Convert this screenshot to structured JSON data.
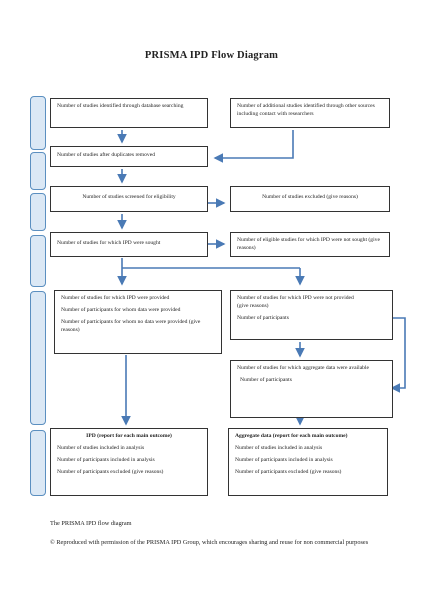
{
  "title": "PRISMA IPD Flow Diagram",
  "boxes": {
    "identified_db": "Number of studies identified through database searching",
    "identified_other": "Number of additional studies identified through other sources including contact with researchers",
    "after_duplicates": "Number of studies after duplicates removed",
    "screened": "Number of studies screened for eligibility",
    "excluded": "Number of studies excluded (give reasons)",
    "ipd_sought": "Number of studies for which IPD were sought",
    "eligible_not_sought": "Number of eligible studies for which IPD were not sought (give reasons)",
    "ipd_provided": {
      "studies": "Number of studies for which IPD were provided",
      "participants": "Number of participants for whom data were provided",
      "participants_no_data": "Number of participants for whom no data were provided (give reasons)"
    },
    "ipd_not_provided": {
      "studies": "Number of studies for which IPD were not provided",
      "reasons": "(give reasons)",
      "participants": "Number of participants"
    },
    "aggregate_available": {
      "studies": "Number of studies for which aggregate data were available",
      "participants": "Number of participants"
    },
    "ipd_final": {
      "heading": "IPD (report for each main outcome)",
      "included": "Number of studies included in analysis",
      "participants": "Number of participants included in analysis",
      "excluded": "Number of participants excluded (give reasons)"
    },
    "aggregate_final": {
      "heading": "Aggregate data (report for each main outcome)",
      "included": "Number of studies included in analysis",
      "participants": "Number of participants included in analysis",
      "excluded": "Number of participants excluded (give reasons)"
    }
  },
  "footer": {
    "caption": "The PRISMA IPD flow diagram",
    "credit": "© Reproduced with permission of the PRISMA IPD Group, which encourages sharing and reuse for non commercial purposes"
  },
  "colors": {
    "arrow": "#4a7ab5",
    "side_fill": "#dbe8f5",
    "side_border": "#5b8fc0"
  }
}
